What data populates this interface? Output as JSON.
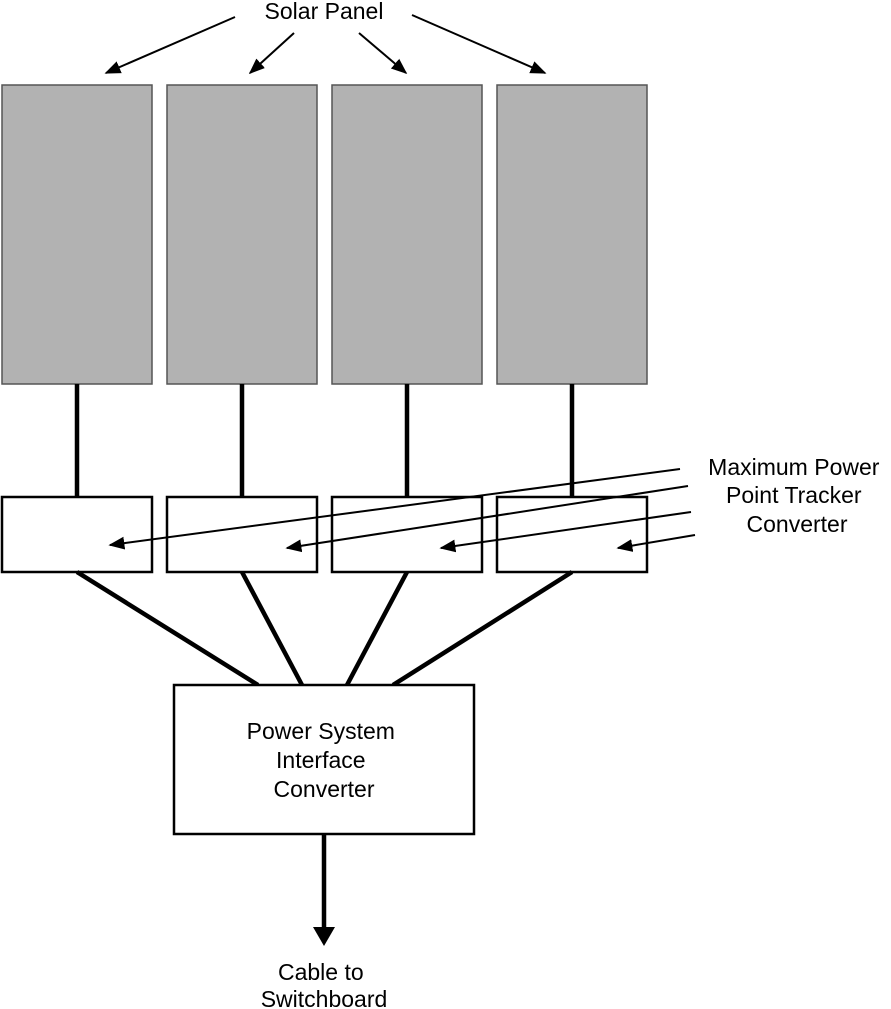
{
  "diagram": {
    "solar_panel_label": "Solar Panel",
    "panel_count": 4,
    "mppt_label_lines": [
      "Maximum Power",
      "Point Tracker",
      "Converter"
    ],
    "psic_label_lines": [
      "Power System",
      "Interface",
      "Converter"
    ],
    "output_label_lines": [
      "Cable to",
      "Switchboard"
    ],
    "colors": {
      "panel_fill": "#b2b2b2",
      "line": "#000000",
      "background": "#ffffff"
    }
  }
}
